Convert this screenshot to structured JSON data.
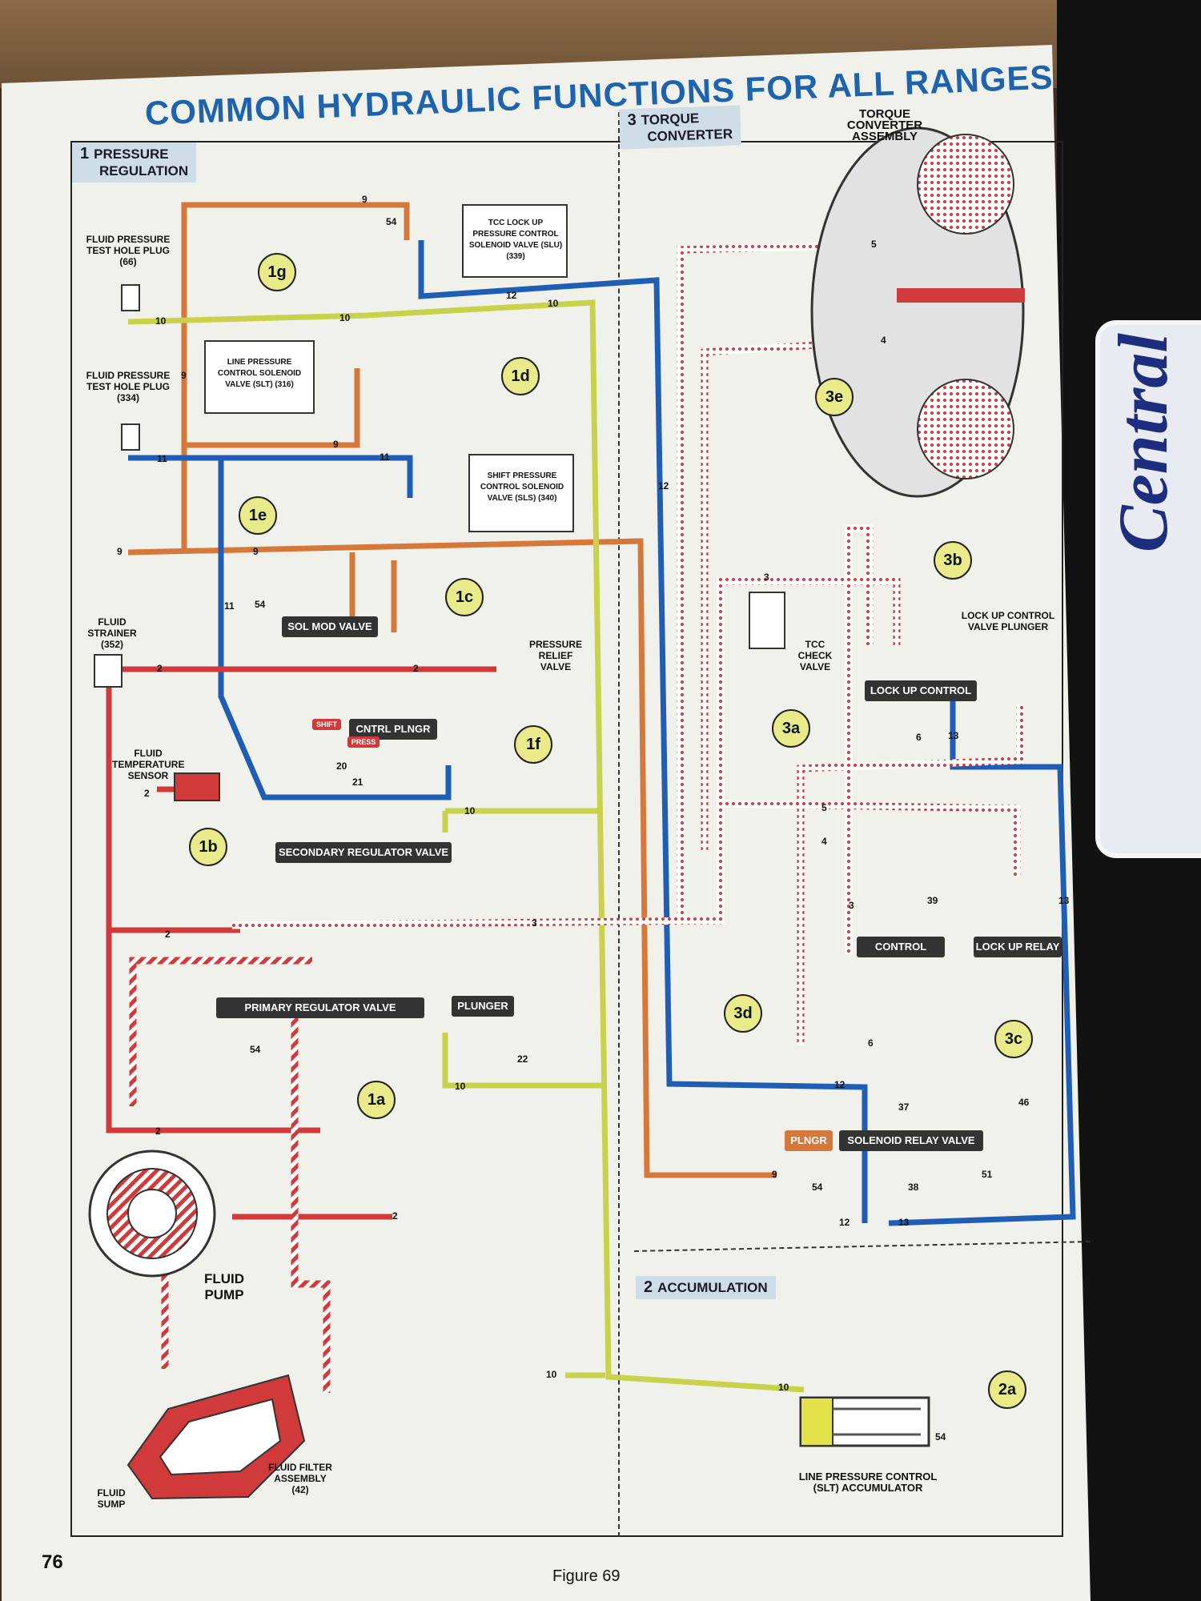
{
  "page": {
    "title": "COMMON HYDRAULIC FUNCTIONS FOR ALL RANGES",
    "page_number": "76",
    "figure_caption": "Figure 69"
  },
  "sections": {
    "pressure_regulation": {
      "number": "1",
      "label_line1": "PRESSURE",
      "label_line2": "REGULATION"
    },
    "torque_converter": {
      "number": "3",
      "label_line1": "TORQUE",
      "label_line2": "CONVERTER"
    },
    "accumulation": {
      "number": "2",
      "label": "ACCUMULATION"
    }
  },
  "components": {
    "torque_converter_assembly": "TORQUE CONVERTER ASSEMBLY",
    "test_plug_66": "FLUID PRESSURE TEST HOLE PLUG (66)",
    "test_plug_334": "FLUID PRESSURE TEST HOLE PLUG (334)",
    "tcc_solenoid": "TCC LOCK UP PRESSURE CONTROL SOLENOID VALVE (SLU) (339)",
    "line_pressure_solenoid": "LINE PRESSURE CONTROL SOLENOID VALVE (SLT) (316)",
    "shift_solenoid": "SHIFT PRESSURE CONTROL SOLENOID VALVE (SLS) (340)",
    "fluid_strainer": "FLUID STRAINER (352)",
    "pressure_relief_valve": "PRESSURE RELIEF VALVE",
    "fluid_temp_sensor": "FLUID TEMPERATURE SENSOR",
    "fluid_pump": "FLUID PUMP",
    "fluid_sump": "FLUID SUMP",
    "fluid_filter": "FLUID FILTER ASSEMBLY (42)",
    "tcc_check_valve": "TCC CHECK VALVE",
    "lockup_plunger": "LOCK UP CONTROL VALVE PLUNGER",
    "accumulator": "LINE PRESSURE CONTROL (SLT) ACCUMULATOR"
  },
  "valves": {
    "sol_mod": "SOL MOD VALVE",
    "cntrl_plngr": "CNTRL PLNGR",
    "shift": "SHIFT",
    "press": "PRESS",
    "secondary_regulator": "SECONDARY REGULATOR VALVE",
    "primary_regulator": "PRIMARY REGULATOR VALVE",
    "plunger": "PLUNGER",
    "lock_up_control": "LOCK UP CONTROL",
    "control": "CONTROL",
    "lock_up_relay": "LOCK UP RELAY",
    "plngr": "PLNGR",
    "solenoid_relay": "SOLENOID RELAY VALVE"
  },
  "callouts": [
    "1g",
    "1d",
    "1e",
    "1c",
    "1f",
    "1b",
    "1a",
    "3e",
    "3b",
    "3a",
    "3c",
    "3d",
    "2a"
  ],
  "passage_numbers": {
    "n9a": "9",
    "n9b": "9",
    "n9c": "9",
    "n9d": "9",
    "n9e": "9",
    "n9f": "9",
    "n10a": "10",
    "n10b": "10",
    "n10c": "10",
    "n10d": "10",
    "n10e": "10",
    "n10f": "10",
    "n10g": "10",
    "n11a": "11",
    "n11b": "11",
    "n11c": "11",
    "n12a": "12",
    "n12b": "12",
    "n12c": "12",
    "n12d": "12",
    "n13a": "13",
    "n13b": "13",
    "n13c": "13",
    "n2a": "2",
    "n2b": "2",
    "n2c": "2",
    "n2d": "2",
    "n2e": "2",
    "n2f": "2",
    "n3a": "3",
    "n3b": "3",
    "n3c": "3",
    "n4a": "4",
    "n4b": "4",
    "n5a": "5",
    "n5b": "5",
    "n6a": "6",
    "n6b": "6",
    "n20": "20",
    "n21": "21",
    "n22": "22",
    "n37": "37",
    "n38": "38",
    "n39": "39",
    "n46": "46",
    "n51": "51",
    "n54a": "54",
    "n54b": "54",
    "n54c": "54",
    "n54d": "54",
    "n54e": "54"
  },
  "colors": {
    "orange": "#d6783a",
    "blue": "#1f5eb4",
    "yellow": "#c8d24a",
    "red": "#d03a3a",
    "title_blue": "#1d63ad",
    "callout_fill": "#e9eb8a"
  }
}
